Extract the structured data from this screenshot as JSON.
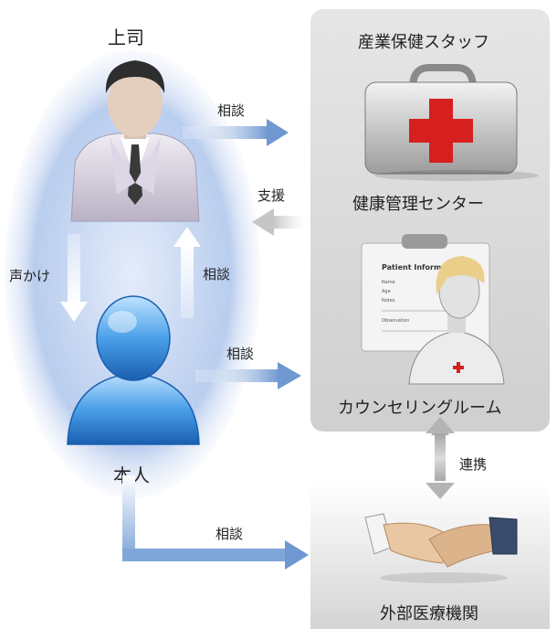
{
  "left_group": {
    "boss_label": "上司",
    "person_label": "本人",
    "voice_label": "声かけ",
    "consult_up_label": "相談"
  },
  "arrows": {
    "boss_consult": "相談",
    "support": "支援",
    "person_consult": "相談",
    "external_consult": "相談",
    "cooperation": "連携"
  },
  "staff_panel": {
    "title": "産業保健スタッフ",
    "health_center": "健康管理センター",
    "counseling_room": "カウンセリングルーム",
    "clipboard": {
      "heading": "Patient Information",
      "fields": [
        "Name",
        "Age",
        "Notes"
      ],
      "observation": "Observation"
    }
  },
  "external_panel": {
    "title": "外部医療機関"
  },
  "colors": {
    "panel_gray": "#d8d8d8",
    "arrow_blue": "#7fa6d8",
    "support_gray": "#c8c8c8",
    "oval_blue": "#b8cdef",
    "medical_red": "#d62020"
  }
}
